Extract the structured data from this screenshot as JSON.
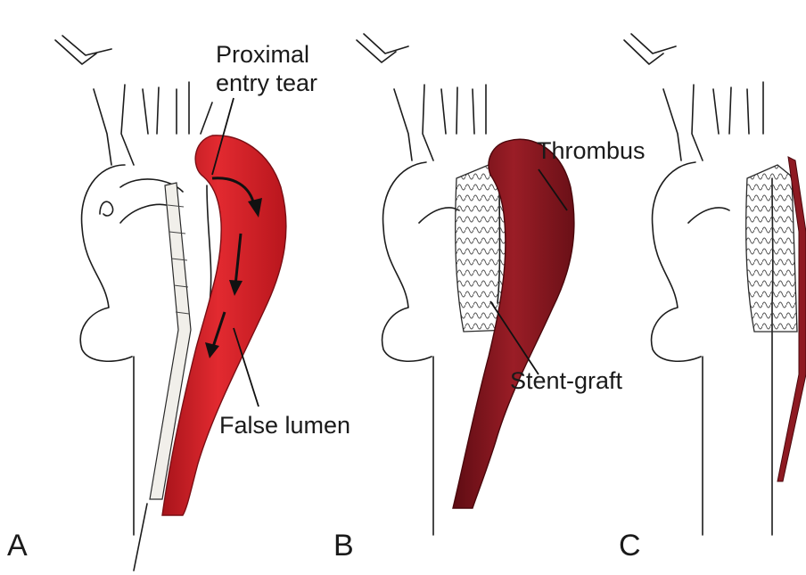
{
  "colors": {
    "false_lumen": "#d8232a",
    "thrombus": "#8e1a22",
    "outline": "#1c1c1c"
  },
  "panels": [
    {
      "letter": "A"
    },
    {
      "letter": "B"
    },
    {
      "letter": "C"
    }
  ],
  "labels": {
    "entry_tear": [
      "Proximal",
      "entry tear"
    ],
    "false_lumen": "False lumen",
    "thrombus": "Thrombus",
    "stent_graft": "Stent-graft"
  }
}
